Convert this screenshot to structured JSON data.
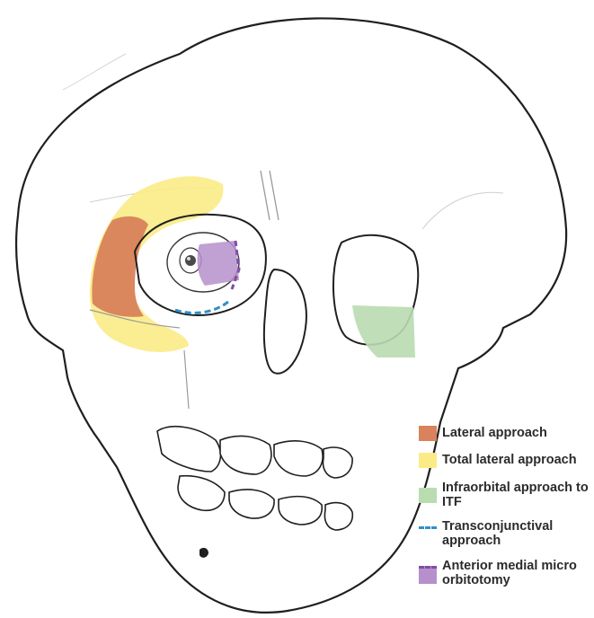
{
  "legend": [
    {
      "label": "Lateral approach",
      "color": "#d9825b",
      "style": "fill"
    },
    {
      "label": "Total lateral approach",
      "color": "#fbeb86",
      "style": "fill"
    },
    {
      "label": "Infraorbital approach to ITF",
      "color": "#b9dcb0",
      "style": "fill"
    },
    {
      "label": "Transconjunctival approach",
      "color": "#2e8fc9",
      "style": "dashed-line"
    },
    {
      "label": "Anterior medial micro orbitotomy",
      "color": "#b68fcc",
      "border_color": "#7d4ea3",
      "style": "fill-dashed"
    }
  ]
}
